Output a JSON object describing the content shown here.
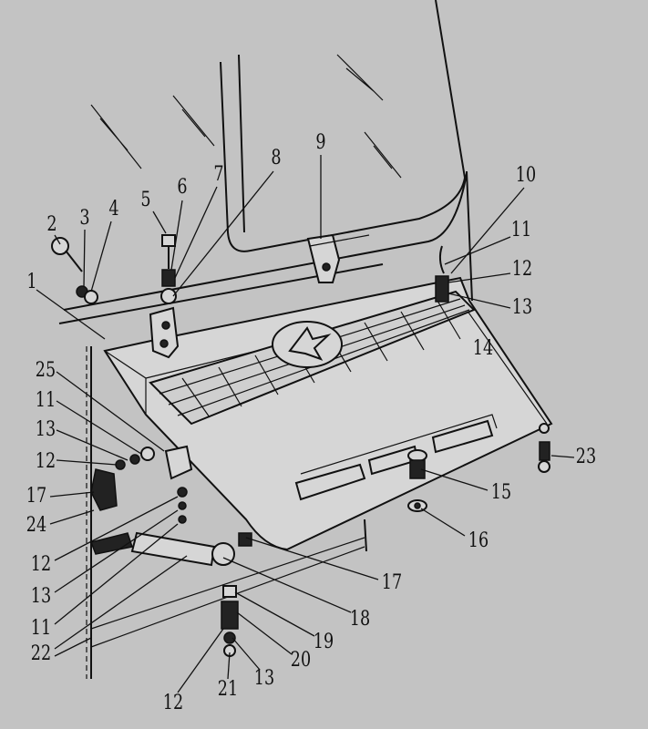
{
  "diagram": {
    "labels": {
      "p1": "1",
      "p2": "2",
      "p3": "3",
      "p4": "4",
      "p5": "5",
      "p6": "6",
      "p7": "7",
      "p8": "8",
      "p9": "9",
      "p10": "10",
      "p11a": "11",
      "p12a": "12",
      "p13a": "13",
      "p14": "14",
      "p25": "25",
      "p11b": "11",
      "p13b": "13",
      "p12b": "12",
      "p17a": "17",
      "p24": "24",
      "p12c": "12",
      "p13c": "13",
      "p11c": "11",
      "p22": "22",
      "p15": "15",
      "p16": "16",
      "p23": "23",
      "p17b": "17",
      "p18": "18",
      "p19": "19",
      "p20": "20",
      "p13d": "13",
      "p21": "21",
      "p12d": "12"
    }
  }
}
